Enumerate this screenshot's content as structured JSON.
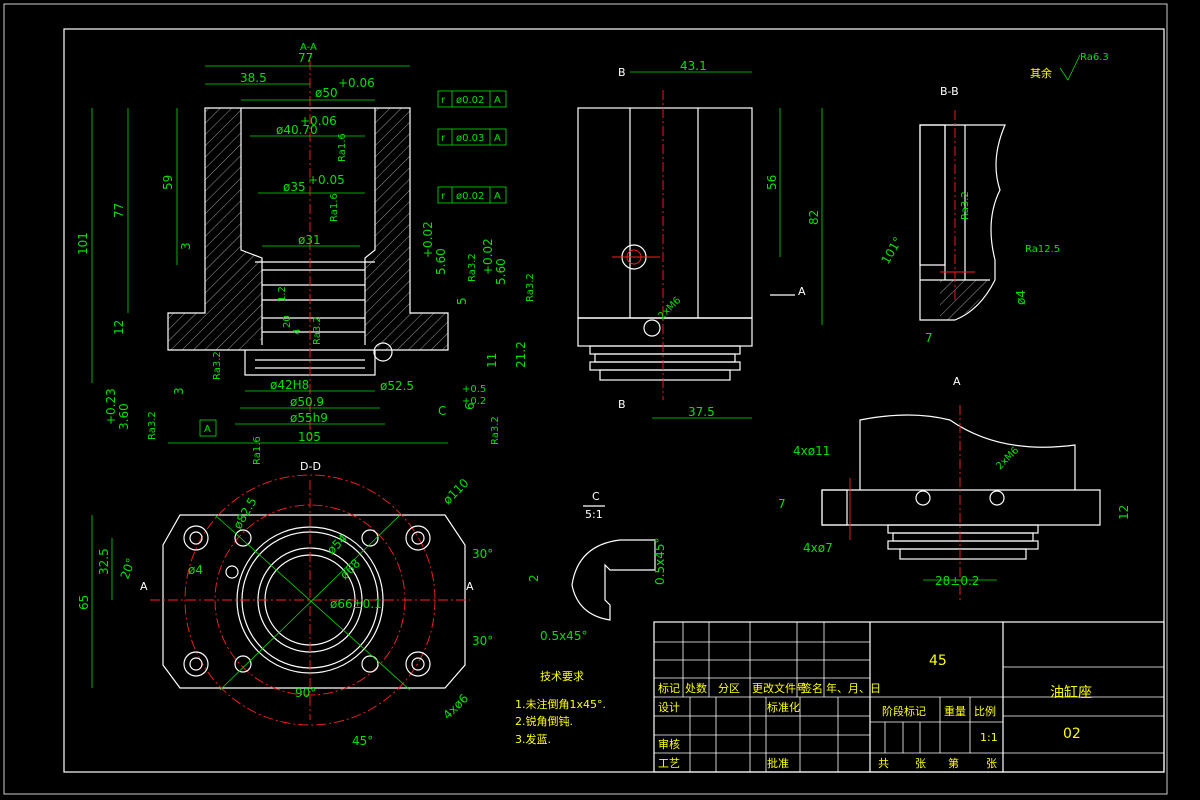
{
  "views": {
    "section_aa": "A-A",
    "section_bb": "B-B",
    "section_dd": "D-D",
    "view_a": "A",
    "detail_c": "C",
    "detail_c_scale": "5:1",
    "label_b": "B",
    "label_a": "A"
  },
  "dims_aa": {
    "w77": "77",
    "w38": "38.5",
    "tol1": "+0.06",
    "d50": "ø50",
    "tol2": "+0.06",
    "d40": "ø40.70",
    "tol3": "+0.05",
    "d35": "ø35",
    "d31": "ø31",
    "h101": "101",
    "h77": "77",
    "h59": "59",
    "h3": "3",
    "h12": "12",
    "h3b": "3",
    "h360": "3.60",
    "tol4": "+0.23",
    "d42": "ø42H8",
    "d509": "ø50.9",
    "d55": "ø55h9",
    "w105": "105",
    "d525": "ø52.5",
    "c_label": "C",
    "h560a": "5.60",
    "tol5": "+0.02",
    "h560b": "5.60",
    "tol6": "+0.02",
    "h5": "5",
    "h212": "21.2",
    "h11": "11",
    "h6": "6",
    "tol7": "+0.5",
    "tol8": "+0.2",
    "h20": "20",
    "h4": "4",
    "h12b": "1.2",
    "ra16a": "Ra1.6",
    "ra16b": "Ra1.6",
    "ra32a": "Ra3.2",
    "ra32b": "Ra3.2",
    "ra32c": "Ra3.2",
    "ra32d": "Ra3.2",
    "ra32e": "Ra3.2",
    "ra32f": "Ra3.2",
    "ra16c": "Ra1.6",
    "datum_a": "A",
    "r": "r",
    "tol_box1": "ø0.02",
    "tol_box2": "ø0.03",
    "tol_box3": "ø0.02",
    "ref_a": "A"
  },
  "dims_bb_front": {
    "w431": "43.1",
    "h56": "56",
    "h82": "82",
    "w375": "37.5",
    "m6": "2xM6"
  },
  "dims_section_bb": {
    "angle": "101°",
    "h4": "ø4",
    "w7": "7",
    "ra": "Ra12.5",
    "ra2": "Ra3.2",
    "other": "其余",
    "other_ra": "Ra6.3"
  },
  "dims_view_a": {
    "d11": "4xø11",
    "h7": "7",
    "d7": "4xø7",
    "w28": "28±0.2",
    "h12": "12",
    "m6": "2xM6"
  },
  "dims_dd": {
    "d110": "ø110",
    "d825": "ø82.5",
    "d54": "ø54",
    "d68": "ø68",
    "d66": "ø66±0.1",
    "d4": "ø4",
    "h325": "32.5",
    "a20": "20°",
    "h65": "65",
    "a30a": "30°",
    "a30b": "30°",
    "a90": "90°",
    "a45": "45°",
    "d6": "4xø6",
    "ref_a": "A",
    "ref_a2": "A"
  },
  "detail_c": {
    "ch1": "0.5x45°",
    "ch2": "0.5x45°",
    "h2": "2"
  },
  "notes": {
    "title": "技术要求",
    "n1": "1.未注倒角1x45°.",
    "n2": "2.锐角倒钝.",
    "n3": "3.发蓝."
  },
  "title_block": {
    "material": "45",
    "part_name": "油缸座",
    "drawing_no": "02",
    "scale": "1:1",
    "h_mark": "标记",
    "h_count": "处数",
    "h_zone": "分区",
    "h_docno": "更改文件号",
    "h_sign": "签名",
    "h_date": "年、月、日",
    "h_design": "设计",
    "h_std": "标准化",
    "h_stage": "阶段标记",
    "h_weight": "重量",
    "h_ratio": "比例",
    "h_review": "审核",
    "h_process": "工艺",
    "h_approve": "批准",
    "h_total": "共",
    "h_sheets": "张",
    "h_page": "第",
    "h_sheet2": "张"
  }
}
